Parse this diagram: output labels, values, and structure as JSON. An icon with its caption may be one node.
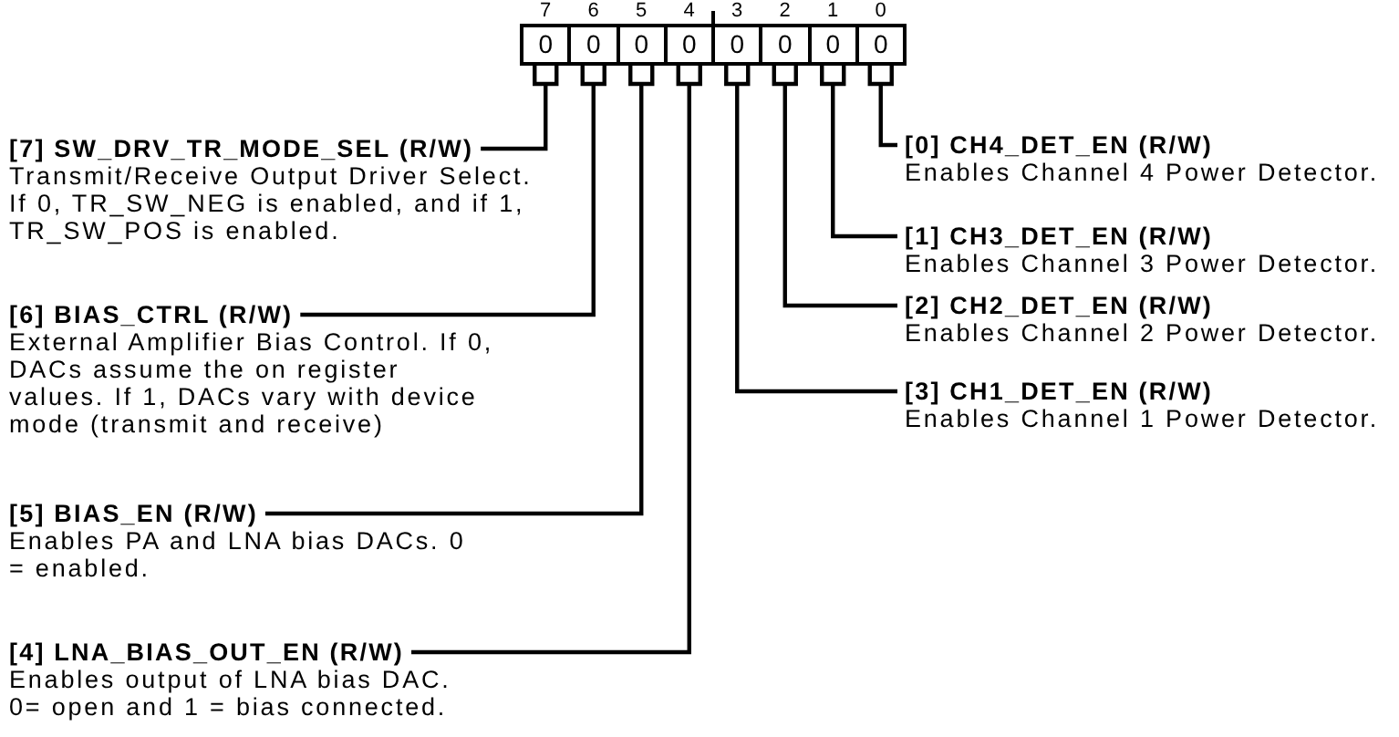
{
  "diagram": {
    "nodes": [
      {
        "text": [
          "0"
        ]
      },
      {
        "text": [
          "0"
        ]
      },
      {
        "text": [
          "0"
        ]
      },
      {
        "text": [
          "0"
        ]
      },
      {
        "text": [
          "0"
        ]
      },
      {
        "text": [
          "0"
        ]
      },
      {
        "text": [
          "0"
        ]
      },
      {
        "text": [
          "0"
        ]
      },
      {
        "text": [
          "[7] SW_DRV_TR_MODE_SEL (R/W)",
          "Transmit/Receive Output Driver Select. If 0, TR_SW_NEG is enabled, and if 1, TR_SW_POS is enabled."
        ]
      },
      {
        "text": [
          "[0] CH4_DET_EN (R/W)",
          "Enables Channel 4 Power Detector."
        ]
      },
      {
        "text": [
          "[1] CH3_DET_EN (R/W)",
          "Enables Channel 3 Power Detector."
        ]
      },
      {
        "text": [
          "[6] BIAS_CTRL (R/W)",
          "External Amplifier Bias Control. If 0, DACs assume the on register values. If 1, DACs vary with device mode (transmit and receive)"
        ]
      },
      {
        "text": [
          "[2] CH2_DET_EN (R/W)",
          "Enables Channel 2 Power Detector."
        ]
      },
      {
        "text": [
          "[3] CH1_DET_EN (R/W)",
          "Enables Channel 1 Power Detector."
        ]
      },
      {
        "text": [
          "[5] BIAS_EN (R/W)",
          "Enables PA and LNA bias DACs. 0 = enabled."
        ]
      },
      {
        "text": [
          "[4] LNA_BIAS_OUT_EN (R/W)",
          "Enables output of LNA bias DAC. 0= open and 1 = bias connected."
        ]
      }
    ],
    "edges": [
      {
        "from": 8,
        "to": 0,
        "arrow": "none"
      },
      {
        "from": 9,
        "to": 7,
        "arrow": "none"
      },
      {
        "from": 10,
        "to": 6,
        "arrow": "none"
      },
      {
        "from": 11,
        "to": 1,
        "arrow": "none"
      },
      {
        "from": 12,
        "to": 5,
        "arrow": "none"
      },
      {
        "from": 13,
        "to": 4,
        "arrow": "none"
      },
      {
        "from": 14,
        "to": 2,
        "arrow": "none"
      },
      {
        "from": 15,
        "to": 3,
        "arrow": "none"
      }
    ],
    "labels": [
      "7",
      "6",
      "5",
      "4",
      "3",
      "2",
      "1",
      "0"
    ]
  }
}
